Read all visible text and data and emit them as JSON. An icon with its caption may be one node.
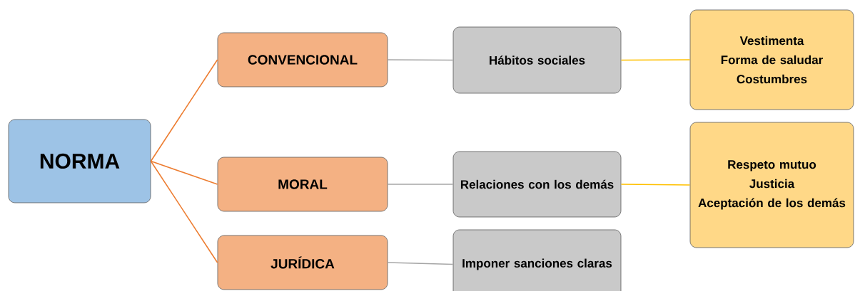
{
  "diagram": {
    "nodes": [
      {
        "text": [
          "NORMA"
        ]
      },
      {
        "text": [
          "CONVENCIONAL"
        ]
      },
      {
        "text": [
          "MORAL"
        ]
      },
      {
        "text": [
          "JURÍDICA"
        ]
      },
      {
        "text": [
          "Hábitos sociales"
        ]
      },
      {
        "text": [
          "Relaciones con los demás"
        ]
      },
      {
        "text": [
          "Imponer sanciones claras"
        ]
      },
      {
        "text": [
          "Vestimenta",
          "Forma de saludar",
          "Costumbres"
        ]
      },
      {
        "text": [
          "Respeto mutuo",
          "Justicia",
          "Aceptación de los demás"
        ]
      }
    ],
    "edges": [
      {
        "from": 0,
        "to": 1,
        "arrow": "none",
        "color": "#ed7d31"
      },
      {
        "from": 0,
        "to": 2,
        "arrow": "none",
        "color": "#ed7d31"
      },
      {
        "from": 0,
        "to": 3,
        "arrow": "none",
        "color": "#ed7d31"
      },
      {
        "from": 1,
        "to": 4,
        "arrow": "none",
        "color": "#a6a6a6"
      },
      {
        "from": 2,
        "to": 5,
        "arrow": "none",
        "color": "#a6a6a6"
      },
      {
        "from": 3,
        "to": 6,
        "arrow": "none",
        "color": "#a6a6a6"
      },
      {
        "from": 4,
        "to": 7,
        "arrow": "none",
        "color": "#ffc000"
      },
      {
        "from": 5,
        "to": 8,
        "arrow": "none",
        "color": "#ffc000"
      }
    ]
  }
}
